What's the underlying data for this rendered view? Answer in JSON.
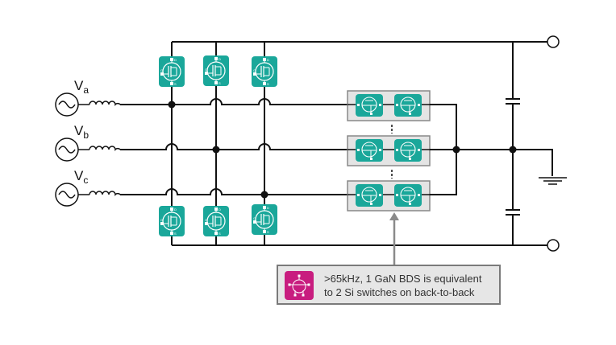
{
  "sources": [
    {
      "name": "V",
      "subscript": "a"
    },
    {
      "name": "V",
      "subscript": "b"
    },
    {
      "name": "V",
      "subscript": "c"
    }
  ],
  "switch_terminals": {
    "gate": "G",
    "drain": "D",
    "source": "S"
  },
  "bds_terminals": {
    "s1": "S1",
    "s2": "S2",
    "g1": "G1",
    "g2": "G2",
    "sub": "Sub1"
  },
  "callout": {
    "line1": ">65kHz, 1 GaN BDS is equivalent",
    "line2": "to 2 Si switches on back-to-back"
  },
  "colors": {
    "si_switch": "#1aa79a",
    "bds_box": "#e4e4e4",
    "gan_icon": "#c81d7f",
    "wire": "#111111",
    "arrow": "#8a8a8a"
  }
}
